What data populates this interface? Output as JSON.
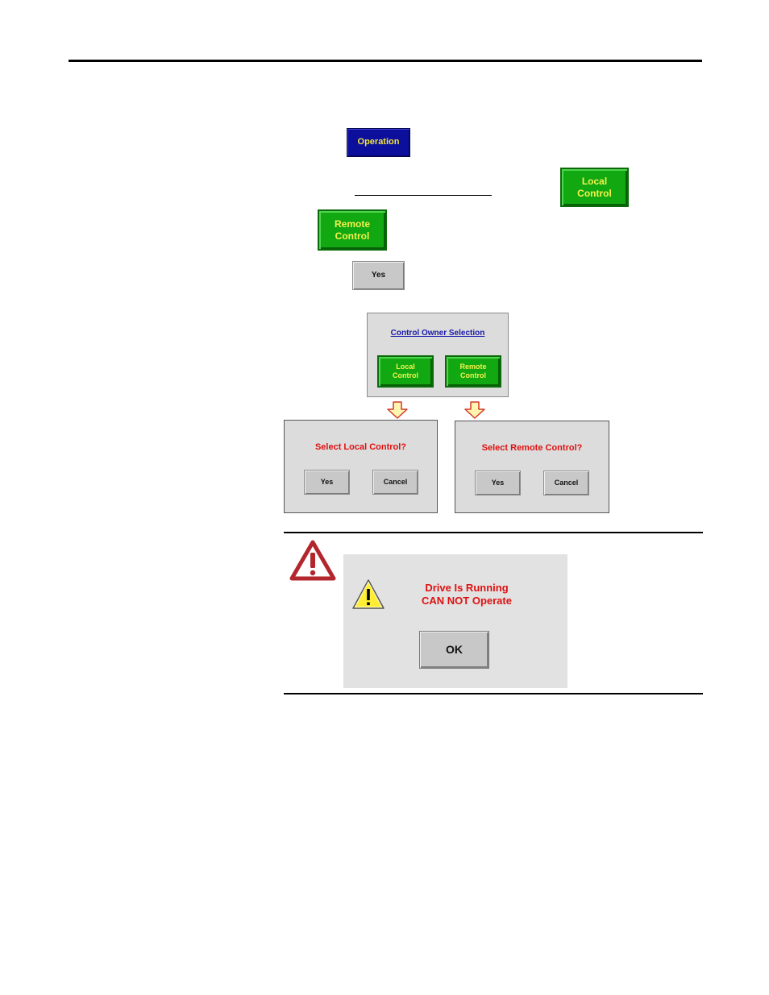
{
  "buttons": {
    "operation": "Operation",
    "local_control": [
      "Local",
      "Control"
    ],
    "remote_control": [
      "Remote",
      "Control"
    ],
    "yes": "Yes"
  },
  "control_owner_dialog": {
    "title": "Control Owner Selection",
    "local_button": [
      "Local",
      "Control"
    ],
    "remote_button": [
      "Remote",
      "Control"
    ]
  },
  "local_confirm_dialog": {
    "question": "Select Local Control?",
    "yes_label": "Yes",
    "cancel_label": "Cancel"
  },
  "remote_confirm_dialog": {
    "question": "Select Remote Control?",
    "yes_label": "Yes",
    "cancel_label": "Cancel"
  },
  "warning_dialog": {
    "line1": "Drive Is Running",
    "line2": "CAN NOT Operate",
    "ok_label": "OK"
  },
  "colors": {
    "warning_red": "#b3262e",
    "arrow_fill": "#fff6b0",
    "arrow_stroke": "#d23a2a",
    "alert_yellow": "#ffee33"
  }
}
